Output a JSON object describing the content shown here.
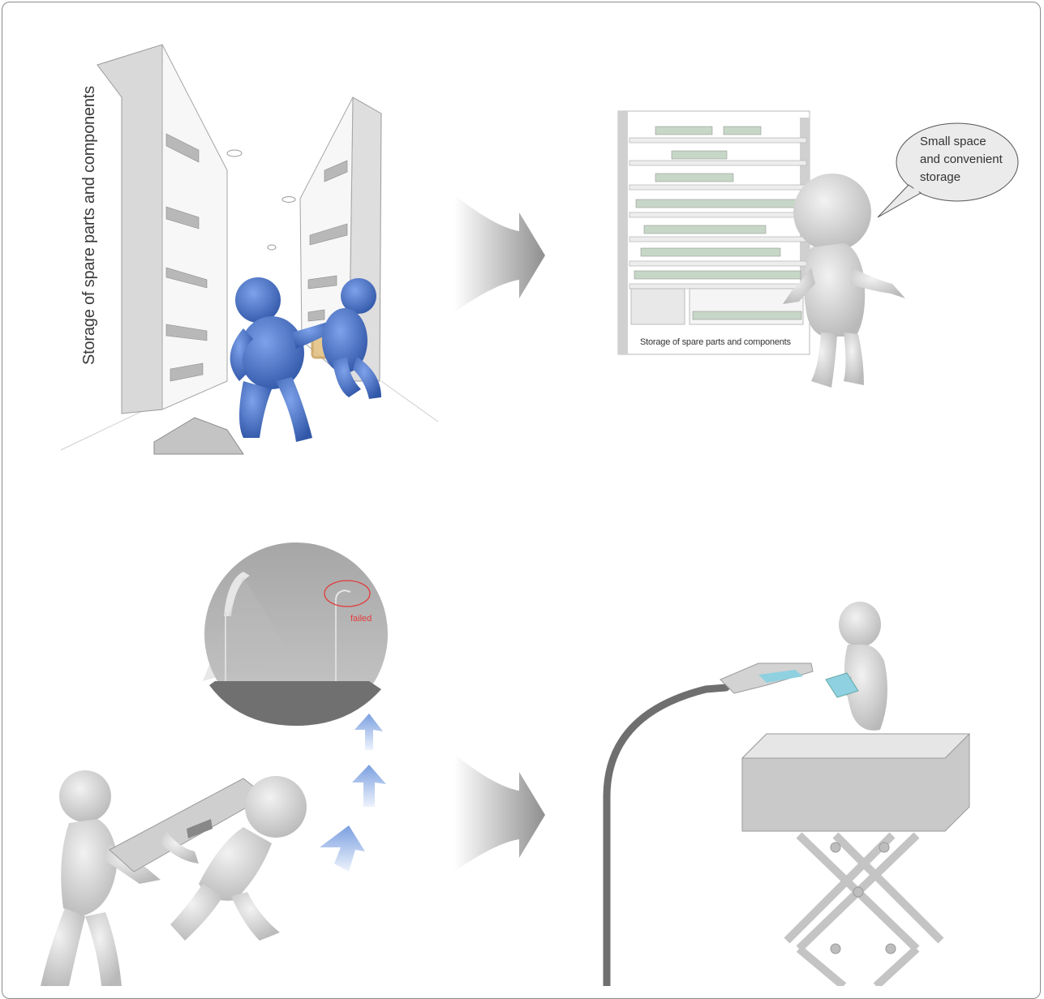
{
  "top_left": {
    "shelf_label": "Storage of spare parts and components"
  },
  "top_right": {
    "shelf_caption": "Storage of spare parts and components",
    "speech_bubble": {
      "lines": [
        "Small space",
        "and convenient",
        "storage"
      ]
    }
  },
  "bottom_left": {
    "inset_annotation": "failed"
  },
  "colors": {
    "worker_blue": "#4a74c9",
    "figure_gray": "#d8d8d8",
    "arrow_gray": "#9a9a9a",
    "failed_red": "#e33a3a",
    "blue_arrow": "#7a9fe0"
  },
  "icons": [
    "transition-arrow-icon",
    "upward-arrow-icon"
  ]
}
